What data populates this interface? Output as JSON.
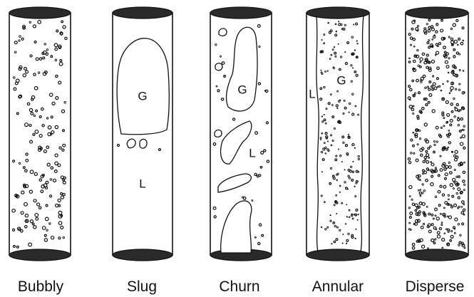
{
  "patterns": [
    {
      "label": "Bubbly",
      "phase_labels": []
    },
    {
      "label": "Slug",
      "phase_labels": [
        "G",
        "L"
      ]
    },
    {
      "label": "Churn",
      "phase_labels": [
        "G",
        "L"
      ]
    },
    {
      "label": "Annular",
      "phase_labels": [
        "L",
        "G"
      ]
    },
    {
      "label": "Disperse",
      "phase_labels": []
    }
  ],
  "colors": {
    "outline": "#111111",
    "cap_fill": "#2a2a2a",
    "background": "#ffffff"
  }
}
